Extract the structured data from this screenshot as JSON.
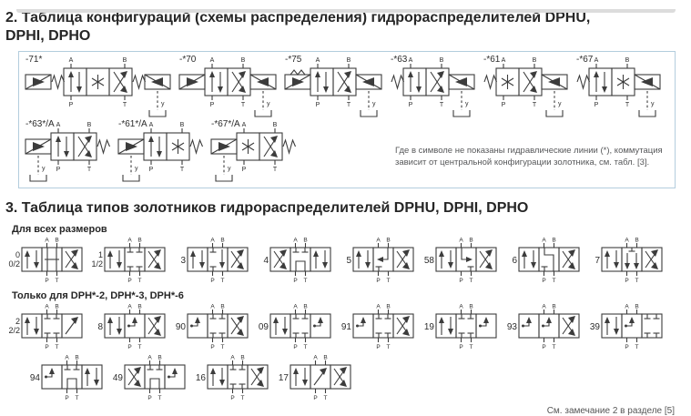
{
  "colors": {
    "line": "#3c3c3c",
    "panel_border": "#b3cddd",
    "note_text": "#57585a",
    "heading_text": "#262626"
  },
  "section2": {
    "heading_line1": "2. Таблица конфигураций (схемы распределения) гидрораспределителей DPHU,",
    "heading_line2": "DPHI, DPHO",
    "note": "Где в символе не показаны гидравлические линии (*), коммутация зависит от центральной конфигурации золотника, см. табл. [3].",
    "ports": {
      "a": "A",
      "b": "B",
      "p": "P",
      "t": "T",
      "y": "y"
    },
    "row1": [
      {
        "label": "-71*",
        "parts": [
          "solL",
          "spr",
          "par",
          "ast",
          "x",
          "spr",
          "solR"
        ],
        "drain": "right"
      },
      {
        "label": "-*70",
        "parts": [
          "solL",
          "par",
          "x",
          "solR"
        ],
        "drain": "right"
      },
      {
        "label": "-*75",
        "parts": [
          "solLd",
          "par",
          "x",
          "solR"
        ],
        "drain": "right"
      },
      {
        "label": "-*63",
        "parts": [
          "spr",
          "par",
          "x",
          "solR"
        ],
        "drain": "right"
      },
      {
        "label": "-*61",
        "parts": [
          "spr",
          "ast",
          "x",
          "solR"
        ],
        "drain": "right"
      },
      {
        "label": "-*67",
        "parts": [
          "spr",
          "par",
          "ast",
          "solR"
        ],
        "drain": "right"
      }
    ],
    "row2": [
      {
        "label": "-*63*/A",
        "parts": [
          "solL",
          "par",
          "x",
          "spr"
        ],
        "drain": "left"
      },
      {
        "label": "-*61*/A",
        "parts": [
          "solL",
          "par",
          "ast",
          "spr"
        ],
        "drain": "left"
      },
      {
        "label": "-*67*/A",
        "parts": [
          "solL",
          "ast",
          "x",
          "spr"
        ],
        "drain": "left"
      }
    ]
  },
  "section3": {
    "heading": "3. Таблица типов золотников гидрораспределителей DPHU, DPHI, DPHO",
    "sub1": "Для всех размеров",
    "sub2": "Только для DPH*-2, DPH*-3, DPH*-6",
    "footnote": "См. замечание 2 в разделе [5]",
    "row1": [
      {
        "label": [
          "0",
          "0/2"
        ],
        "boxes": [
          "par",
          "h",
          "x"
        ]
      },
      {
        "label": [
          "1",
          "1/2"
        ],
        "boxes": [
          "par",
          "blk",
          "x"
        ]
      },
      {
        "label": [
          "3"
        ],
        "boxes": [
          "par",
          "bt",
          "x"
        ]
      },
      {
        "label": [
          "4"
        ],
        "boxes": [
          "x",
          "pt",
          "par"
        ]
      },
      {
        "label": [
          "5"
        ],
        "boxes": [
          "par",
          "lt",
          "x"
        ]
      },
      {
        "label": [
          "58"
        ],
        "boxes": [
          "par",
          "rt",
          "x"
        ]
      },
      {
        "label": [
          "6"
        ],
        "boxes": [
          "par",
          "z",
          "x"
        ]
      },
      {
        "label": [
          "7"
        ],
        "boxes": [
          "par",
          "dd",
          "x"
        ]
      }
    ],
    "row2": [
      {
        "label": [
          "2",
          "2/2"
        ],
        "boxes": [
          "par",
          "blk",
          "dg"
        ]
      },
      {
        "label": [
          "8"
        ],
        "boxes": [
          "par",
          "elb",
          "x"
        ]
      },
      {
        "label": [
          "90"
        ],
        "boxes": [
          "elb",
          "blk",
          "x"
        ]
      },
      {
        "label": [
          "09"
        ],
        "boxes": [
          "par",
          "blk",
          "elb"
        ]
      },
      {
        "label": [
          "91"
        ],
        "boxes": [
          "elb",
          "blk",
          "x"
        ]
      },
      {
        "label": [
          "19"
        ],
        "boxes": [
          "par",
          "blk",
          "elb"
        ]
      },
      {
        "label": [
          "93"
        ],
        "boxes": [
          "elb",
          "elb",
          "x"
        ]
      },
      {
        "label": [
          "39"
        ],
        "boxes": [
          "par",
          "elb",
          "blk"
        ]
      }
    ],
    "row3": [
      {
        "label": [
          "94"
        ],
        "boxes": [
          "elb",
          "pt",
          "par"
        ]
      },
      {
        "label": [
          "49"
        ],
        "boxes": [
          "x",
          "pt",
          "elb"
        ]
      },
      {
        "label": [
          "16"
        ],
        "boxes": [
          "par",
          "blk",
          "x"
        ]
      },
      {
        "label": [
          "17"
        ],
        "boxes": [
          "par",
          "dg",
          "x"
        ]
      }
    ]
  }
}
